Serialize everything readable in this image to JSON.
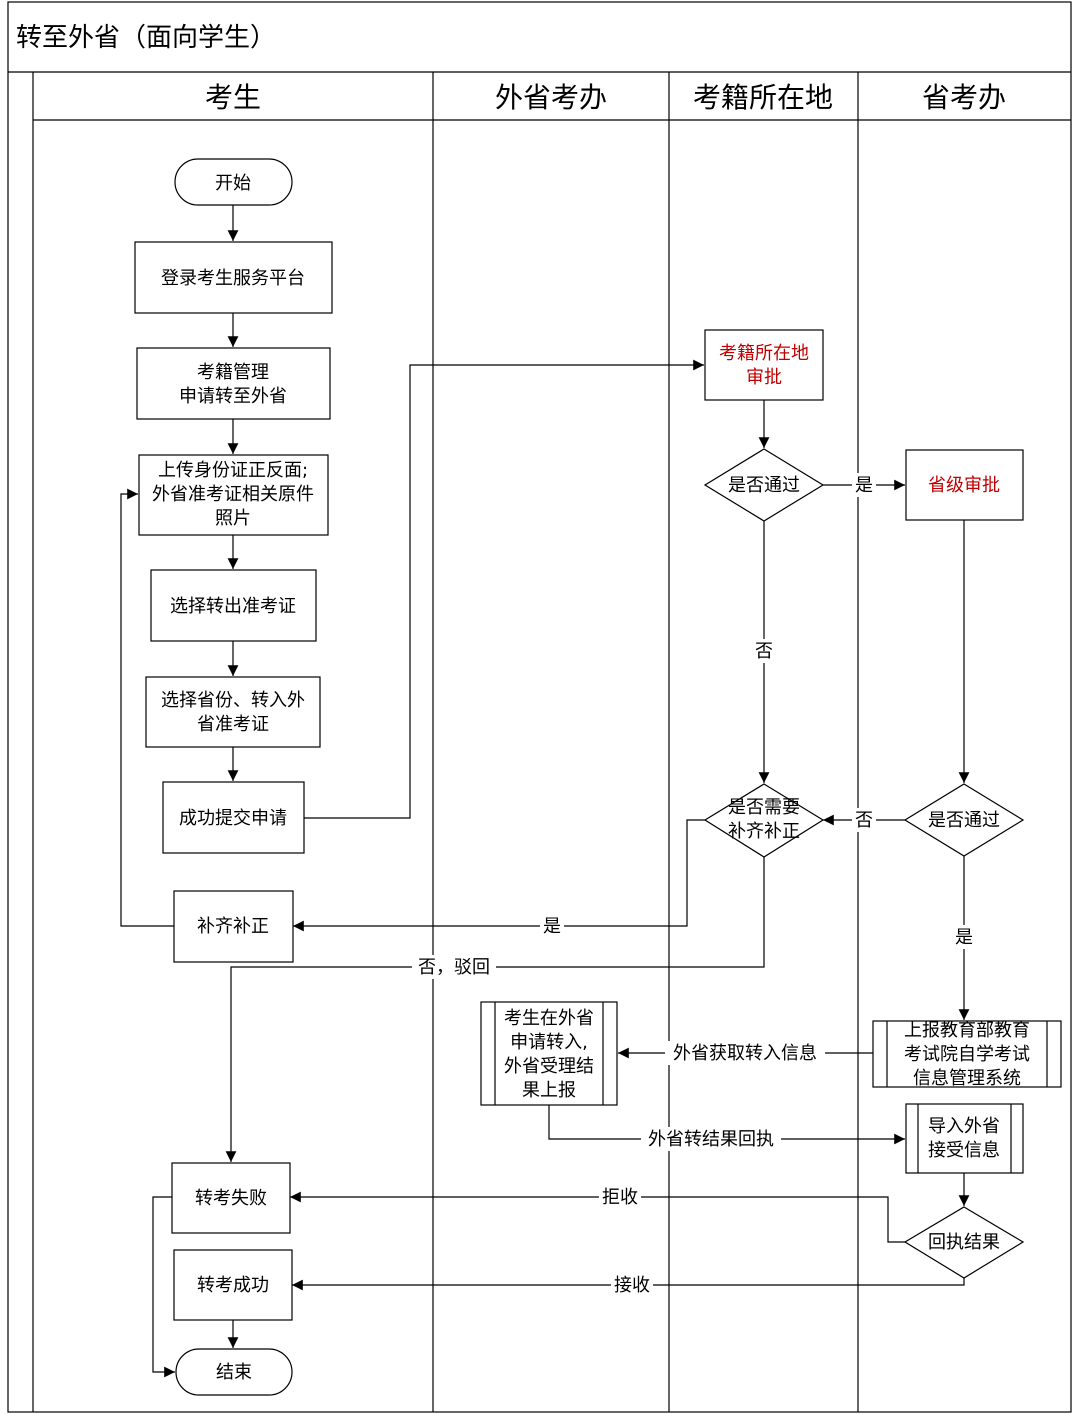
{
  "title": "转至外省（面向学生）",
  "lanes": [
    "考生",
    "外省考办",
    "考籍所在地",
    "省考办"
  ],
  "nodes": {
    "start": "开始",
    "login": "登录考生服务平台",
    "apply": [
      "考籍管理",
      "申请转至外省"
    ],
    "upload": [
      "上传身份证正反面;",
      "外省准考证相关原件",
      "照片"
    ],
    "select_out": "选择转出准考证",
    "select_prov": [
      "选择省份、转入外",
      "省准考证"
    ],
    "submit": "成功提交申请",
    "supplement": "补齐补正",
    "local_review": [
      "考籍所在地",
      "审批"
    ],
    "pass1": "是否通过",
    "prov_review": "省级审批",
    "need_supp": [
      "是否需要",
      "补齐补正"
    ],
    "pass2": "是否通过",
    "report": [
      "上报教育部教育",
      "考试院自学考试",
      "信息管理系统"
    ],
    "outer_apply": [
      "考生在外省",
      "申请转入,",
      "外省受理结",
      "果上报"
    ],
    "import": [
      "导入外省",
      "接受信息"
    ],
    "receipt": "回执结果",
    "fail": "转考失败",
    "success": "转考成功",
    "end": "结束"
  },
  "edges": {
    "yes1": "是",
    "no1": "否",
    "no2": "否",
    "yes_supp": "是",
    "no_reject": "否，驳回",
    "yes2": "是",
    "get_info": "外省获取转入信息",
    "receipt_back": "外省转结果回执",
    "refuse": "拒收",
    "accept": "接收"
  },
  "colors": {
    "highlight": "#c00000",
    "line": "#000000"
  }
}
